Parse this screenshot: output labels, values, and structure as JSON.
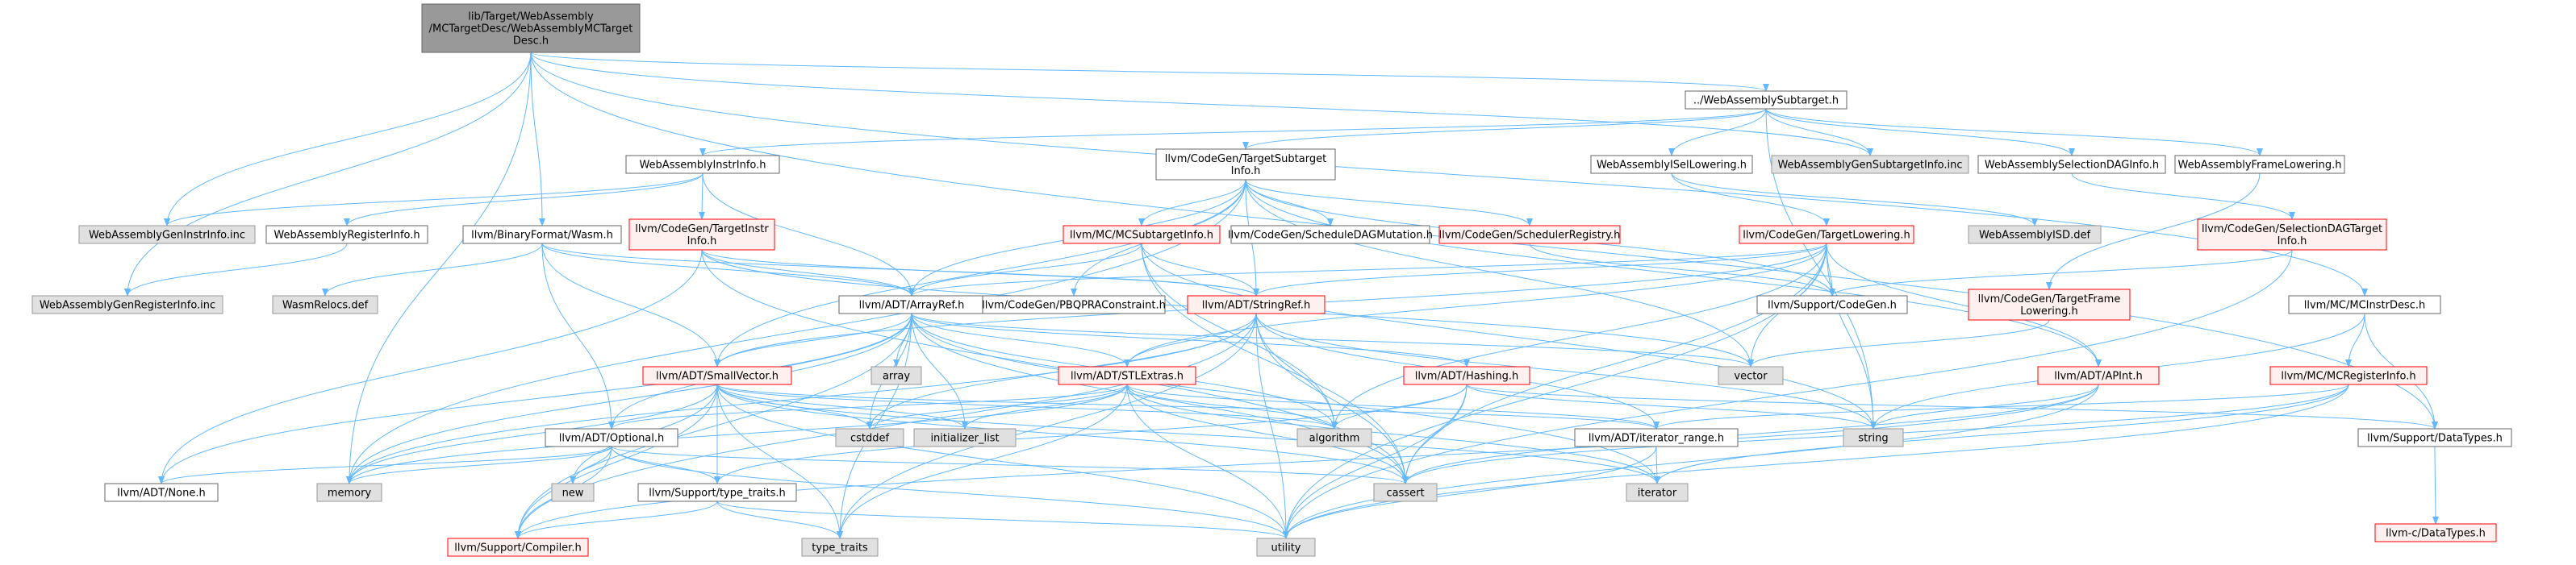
{
  "title": "lib/Target/WebAssembly/MCTargetDesc/WebAssemblyMCTargetDesc.h",
  "colors": {
    "edge": "#63b8ff",
    "root_fill": "#999999",
    "root_border": "#666666",
    "normal_fill": "#ffffff",
    "normal_border": "#666666",
    "red_border": "#ff0000",
    "red_fill": "#fff0f0",
    "ext_fill": "#e0e0e0",
    "ext_border": "#999999"
  },
  "nodes": {
    "root": {
      "lines": [
        "lib/Target/WebAssembly",
        "/MCTargetDesc/WebAssemblyMCTarget",
        "Desc.h"
      ],
      "kind": "root"
    },
    "wasmSubtarget": {
      "lines": [
        "../WebAssemblySubtarget.h"
      ],
      "kind": "normal"
    },
    "instrInfo": {
      "lines": [
        "WebAssemblyInstrInfo.h"
      ],
      "kind": "normal"
    },
    "targetSubtargetInfo": {
      "lines": [
        "llvm/CodeGen/TargetSubtarget",
        "Info.h"
      ],
      "kind": "normal"
    },
    "isellowering": {
      "lines": [
        "WebAssemblyISelLowering.h"
      ],
      "kind": "normal"
    },
    "genSubtargetInfoInc": {
      "lines": [
        "WebAssemblyGenSubtargetInfo.inc"
      ],
      "kind": "ext"
    },
    "selDAGInfo": {
      "lines": [
        "WebAssemblySelectionDAGInfo.h"
      ],
      "kind": "normal"
    },
    "frameLowering": {
      "lines": [
        "WebAssemblyFrameLowering.h"
      ],
      "kind": "normal"
    },
    "genInstrInfoInc": {
      "lines": [
        "WebAssemblyGenInstrInfo.inc"
      ],
      "kind": "ext"
    },
    "registerInfo": {
      "lines": [
        "WebAssemblyRegisterInfo.h"
      ],
      "kind": "normal"
    },
    "targetInstrInfo": {
      "lines": [
        "llvm/CodeGen/TargetInstr",
        "Info.h"
      ],
      "kind": "red"
    },
    "binaryFormatWasm": {
      "lines": [
        "llvm/BinaryFormat/Wasm.h"
      ],
      "kind": "normal"
    },
    "mcSubtargetInfo": {
      "lines": [
        "llvm/MC/MCSubtargetInfo.h"
      ],
      "kind": "red"
    },
    "scheduleDAGMutation": {
      "lines": [
        "llvm/CodeGen/ScheduleDAGMutation.h"
      ],
      "kind": "normal"
    },
    "schedulerRegistry": {
      "lines": [
        "llvm/CodeGen/SchedulerRegistry.h"
      ],
      "kind": "red"
    },
    "targetLowering": {
      "lines": [
        "llvm/CodeGen/TargetLowering.h"
      ],
      "kind": "red"
    },
    "iselDef": {
      "lines": [
        "WebAssemblyISD.def"
      ],
      "kind": "ext"
    },
    "selDAGTargetInfo": {
      "lines": [
        "llvm/CodeGen/SelectionDAGTarget",
        "Info.h"
      ],
      "kind": "red"
    },
    "genRegisterInfoInc": {
      "lines": [
        "WebAssemblyGenRegisterInfo.inc"
      ],
      "kind": "ext"
    },
    "wasmRelocsDef": {
      "lines": [
        "WasmRelocs.def"
      ],
      "kind": "ext"
    },
    "arrayRef": {
      "lines": [
        "llvm/ADT/ArrayRef.h"
      ],
      "kind": "normal"
    },
    "pbqpConstraint": {
      "lines": [
        "llvm/CodeGen/PBQPRAConstraint.h"
      ],
      "kind": "normal"
    },
    "stringRef": {
      "lines": [
        "llvm/ADT/StringRef.h"
      ],
      "kind": "red"
    },
    "supportCodeGen": {
      "lines": [
        "llvm/Support/CodeGen.h"
      ],
      "kind": "normal"
    },
    "targetFrameLowering": {
      "lines": [
        "llvm/CodeGen/TargetFrame",
        "Lowering.h"
      ],
      "kind": "red"
    },
    "mcInstrDesc": {
      "lines": [
        "llvm/MC/MCInstrDesc.h"
      ],
      "kind": "normal"
    },
    "array": {
      "lines": [
        "array"
      ],
      "kind": "ext"
    },
    "smallVector": {
      "lines": [
        "llvm/ADT/SmallVector.h"
      ],
      "kind": "red"
    },
    "stlExtras": {
      "lines": [
        "llvm/ADT/STLExtras.h"
      ],
      "kind": "red"
    },
    "hashing": {
      "lines": [
        "llvm/ADT/Hashing.h"
      ],
      "kind": "red"
    },
    "vector": {
      "lines": [
        "vector"
      ],
      "kind": "ext"
    },
    "apint": {
      "lines": [
        "llvm/ADT/APInt.h"
      ],
      "kind": "red"
    },
    "mcRegisterInfo": {
      "lines": [
        "llvm/MC/MCRegisterInfo.h"
      ],
      "kind": "red"
    },
    "cstddef": {
      "lines": [
        "cstddef"
      ],
      "kind": "ext"
    },
    "initializerList": {
      "lines": [
        "initializer_list"
      ],
      "kind": "ext"
    },
    "algorithm": {
      "lines": [
        "algorithm"
      ],
      "kind": "ext"
    },
    "string": {
      "lines": [
        "string"
      ],
      "kind": "ext"
    },
    "optional": {
      "lines": [
        "llvm/ADT/Optional.h"
      ],
      "kind": "normal"
    },
    "iteratorRange": {
      "lines": [
        "llvm/ADT/iterator_range.h"
      ],
      "kind": "normal"
    },
    "dataTypes": {
      "lines": [
        "llvm/Support/DataTypes.h"
      ],
      "kind": "normal"
    },
    "memory": {
      "lines": [
        "memory"
      ],
      "kind": "ext"
    },
    "new": {
      "lines": [
        "new"
      ],
      "kind": "ext"
    },
    "cassert": {
      "lines": [
        "cassert"
      ],
      "kind": "ext"
    },
    "iterator": {
      "lines": [
        "iterator"
      ],
      "kind": "ext"
    },
    "none": {
      "lines": [
        "llvm/ADT/None.h"
      ],
      "kind": "normal"
    },
    "typeTraitsH": {
      "lines": [
        "llvm/Support/type_traits.h"
      ],
      "kind": "normal"
    },
    "cDataTypes": {
      "lines": [
        "llvm-c/DataTypes.h"
      ],
      "kind": "red"
    },
    "compiler": {
      "lines": [
        "llvm/Support/Compiler.h"
      ],
      "kind": "red"
    },
    "typeTraits": {
      "lines": [
        "type_traits"
      ],
      "kind": "ext"
    },
    "utility": {
      "lines": [
        "utility"
      ],
      "kind": "ext"
    }
  }
}
